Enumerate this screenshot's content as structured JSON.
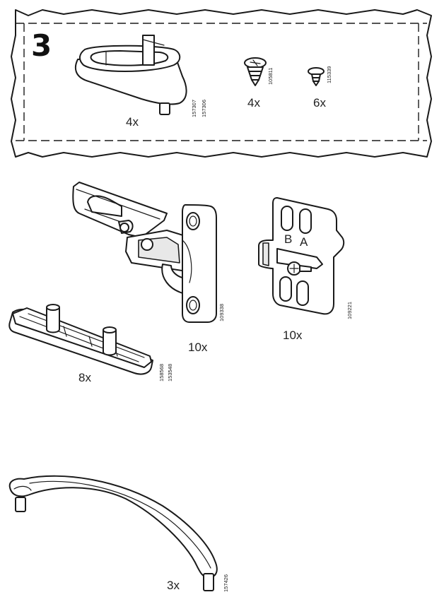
{
  "step_number": "3",
  "parts": {
    "cam_housing": {
      "qty": "4x",
      "codes": [
        "157307",
        "157306"
      ]
    },
    "screw_small": {
      "qty": "4x",
      "code": "105811"
    },
    "screw_tiny": {
      "qty": "6x",
      "code": "115339"
    },
    "hinge": {
      "qty": "10x",
      "code": "109338"
    },
    "mount_plate": {
      "qty": "10x",
      "code": "109221",
      "letters": [
        "B",
        "A"
      ]
    },
    "rail_bracket": {
      "qty": "8x",
      "codes": [
        "158568",
        "153548"
      ]
    },
    "handle": {
      "qty": "3x",
      "code": "157426"
    }
  }
}
